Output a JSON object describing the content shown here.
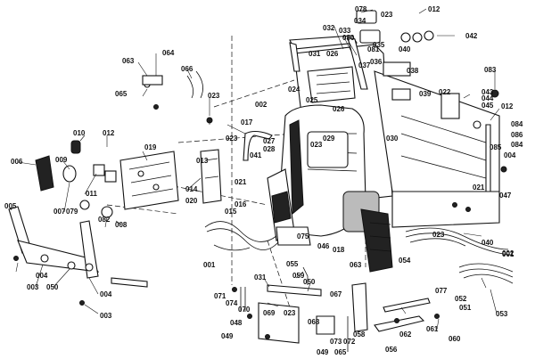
{
  "diagram": {
    "labels": [
      "078",
      "034",
      "023",
      "012",
      "042",
      "032",
      "033",
      "080",
      "035",
      "081",
      "037",
      "040",
      "036",
      "038",
      "063",
      "064",
      "066",
      "031",
      "026",
      "065",
      "023",
      "024",
      "025",
      "026",
      "002",
      "083",
      "039",
      "022",
      "043",
      "044",
      "045",
      "012",
      "010",
      "012",
      "019",
      "017",
      "027",
      "023",
      "029",
      "028",
      "041",
      "023",
      "030",
      "084",
      "086",
      "084",
      "085",
      "004",
      "006",
      "009",
      "011",
      "007",
      "079",
      "014",
      "013",
      "020",
      "021",
      "021",
      "015",
      "016",
      "082",
      "008",
      "005",
      "075",
      "046",
      "018",
      "063",
      "054",
      "023",
      "040",
      "047",
      "001",
      "002",
      "001",
      "004",
      "050",
      "003",
      "004",
      "055",
      "059",
      "050",
      "067",
      "077",
      "052",
      "051",
      "053",
      "003",
      "071",
      "074",
      "070",
      "031",
      "069",
      "023",
      "068",
      "061",
      "060",
      "048",
      "049",
      "073",
      "072",
      "058",
      "062",
      "065",
      "056",
      "049"
    ]
  }
}
